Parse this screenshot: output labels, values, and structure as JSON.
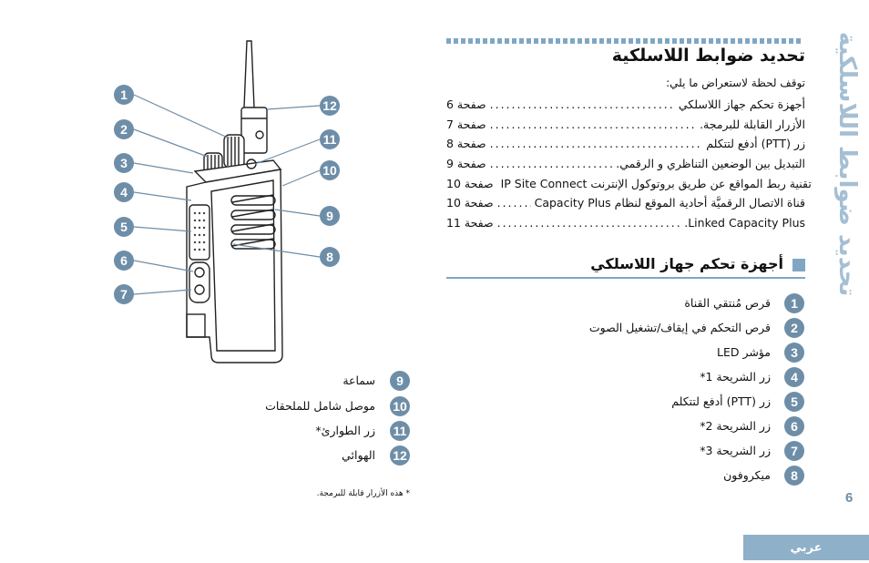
{
  "page": {
    "title": "تحديد ضوابط اللاسلكية",
    "side_title": "تحديد ضوابط اللاسلكية",
    "intro": "توقف لحظة لاستعراض ما يلي:",
    "page_number": "6",
    "language_tab": "عربي",
    "footnote": "* هذه الأزرار قابلة للبرمجة."
  },
  "toc": [
    {
      "label": "أجهزة تحكم جهاز اللاسلكي",
      "page": "صفحة 6"
    },
    {
      "label": "الأزرار القابلة للبرمجة.",
      "page": "صفحة 7"
    },
    {
      "label": "زر (PTT) أدفع لتتكلم",
      "page": "صفحة 8"
    },
    {
      "label": "التبديل بين الوضعين التناظري و الرقمي.",
      "page": "صفحة 9"
    },
    {
      "label": "تقنية ربط المواقع عن طريق بروتوكول الإنترنت IP Site Connect",
      "page": "صفحة 10"
    },
    {
      "label": "قناة الاتصال الرقميَّة أحادية الموقع لنظام Capacity Plus",
      "page": "صفحة 10"
    },
    {
      "label": "Linked Capacity Plus.",
      "page": "صفحة 11"
    }
  ],
  "section": {
    "title": "أجهزة تحكم جهاز اللاسلكي"
  },
  "controls_right": [
    {
      "num": "1",
      "label": "قرص مُنتقي القناة"
    },
    {
      "num": "2",
      "label": "قرص التحكم في إيقاف/تشغيل الصوت"
    },
    {
      "num": "3",
      "label": "مؤشر LED"
    },
    {
      "num": "4",
      "label": "زر الشريحة 1*"
    },
    {
      "num": "5",
      "label": "زر (PTT) أدفع لتتكلم"
    },
    {
      "num": "6",
      "label": "زر الشريحة 2*"
    },
    {
      "num": "7",
      "label": "زر الشريحة 3*"
    },
    {
      "num": "8",
      "label": "ميكروفون"
    }
  ],
  "controls_left": [
    {
      "num": "9",
      "label": "سماعة"
    },
    {
      "num": "10",
      "label": "موصل شامل للملحقات"
    },
    {
      "num": "11",
      "label": "زر الطوارئ*"
    },
    {
      "num": "12",
      "label": "الهوائي"
    }
  ],
  "callouts_left": [
    "1",
    "2",
    "3",
    "4",
    "5",
    "6",
    "7"
  ],
  "callouts_right": [
    "12",
    "11",
    "10",
    "9",
    "8"
  ],
  "colors": {
    "accent": "#6e8ea8",
    "rule": "#7fa7c4",
    "side_title": "#a5bfd3"
  }
}
